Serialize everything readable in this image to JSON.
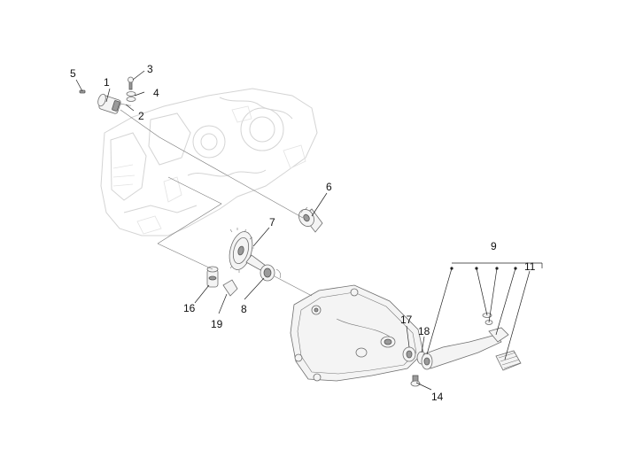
{
  "diagram": {
    "callouts": {
      "c1": "1",
      "c2": "2",
      "c3": "3",
      "c4": "4",
      "c5": "5",
      "c6": "6",
      "c7": "7",
      "c8": "8",
      "c9": "9",
      "c11": "11",
      "c14": "14",
      "c16": "16",
      "c17": "17",
      "c18": "18",
      "c19": "19"
    }
  }
}
